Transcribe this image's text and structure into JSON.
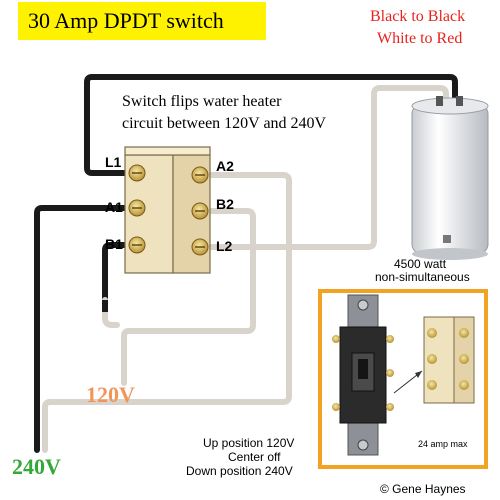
{
  "title": "30 Amp DPDT switch",
  "wiring_note": {
    "line1": "Black to Black",
    "line2": "White to Red"
  },
  "description": {
    "line1": "Switch flips water heater",
    "line2": "circuit between 120V and 240V"
  },
  "terminals": {
    "L1": "L1",
    "A1": "A1",
    "B1": "B1",
    "A2": "A2",
    "B2": "B2",
    "L2": "L2"
  },
  "heater": {
    "wattage": "4500 watt",
    "mode": "non-simultaneous"
  },
  "voltages": {
    "v120": "120V",
    "v240": "240V"
  },
  "positions": {
    "up": "Up position 120V",
    "center": "Center off",
    "down": "Down position 240V"
  },
  "inset": {
    "rating": "24 amp max"
  },
  "credit": "© Gene Haynes",
  "colors": {
    "black_wire": "#1a1a1a",
    "white_wire": "#d8d4cc",
    "title_bg": "#fff200",
    "red_text": "#e8231d",
    "v120": "#f2955a",
    "v240": "#35a83a",
    "inset_border": "#f2a323",
    "switch_body": "#efe2bf"
  }
}
